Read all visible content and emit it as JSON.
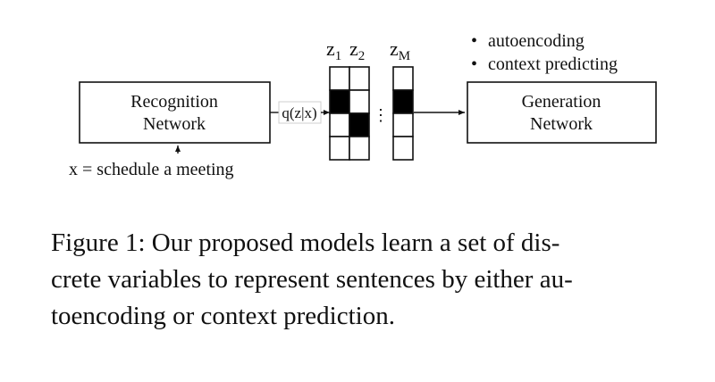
{
  "diagram": {
    "recognition_network": {
      "line1": "Recognition",
      "line2": "Network"
    },
    "generation_network": {
      "line1": "Generation",
      "line2": "Network"
    },
    "input_label": "x = schedule a meeting",
    "posterior_label": "q(z|x)",
    "latent_labels": {
      "z1": "z",
      "z1_sub": "1",
      "z2": "z",
      "z2_sub": "2",
      "zM": "z",
      "zM_sub": "M"
    },
    "ellipsis": "⋮",
    "bullets": [
      "autoencoding",
      "context predicting"
    ],
    "bullet_glyph": "•",
    "latent_columns": [
      {
        "name": "z1",
        "active_index": 1,
        "cells": 4
      },
      {
        "name": "z2",
        "active_index": 2,
        "cells": 4
      },
      {
        "name": "zM",
        "active_index": 1,
        "cells": 4
      }
    ]
  },
  "caption": {
    "line1": "Figure 1:  Our proposed models learn a set of dis-",
    "line2": "crete variables to represent sentences by either au-",
    "line3": "toencoding or context prediction."
  }
}
